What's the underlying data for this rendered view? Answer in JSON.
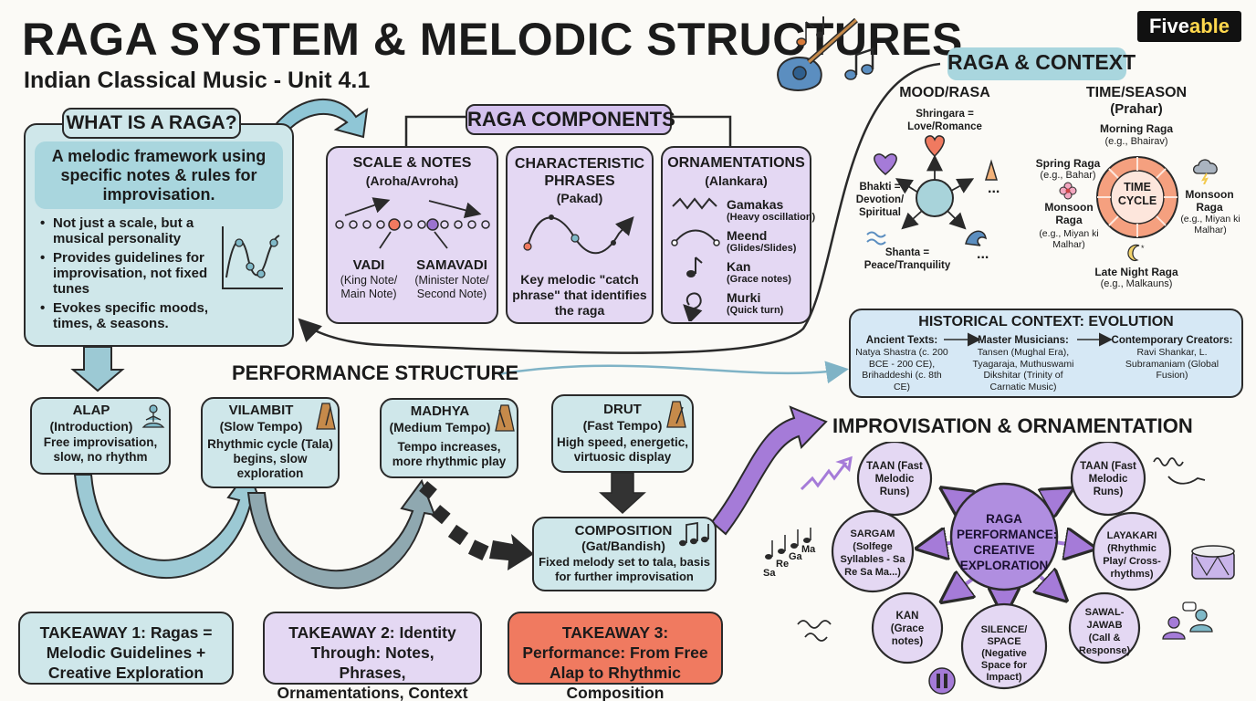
{
  "header": {
    "title": "RAGA SYSTEM & MELODIC STRUCTURES",
    "subtitle": "Indian Classical Music - Unit 4.1",
    "brand_main": "Five",
    "brand_accent": "able"
  },
  "what_is": {
    "heading": "WHAT IS A RAGA?",
    "definition": "A melodic framework using specific notes & rules for improvisation.",
    "bullets": [
      "Not just a scale, but a musical personality",
      "Provides guidelines for improvisation, not fixed tunes",
      "Evokes specific moods, times, & seasons."
    ]
  },
  "components": {
    "heading": "RAGA COMPONENTS",
    "scale": {
      "title": "SCALE & NOTES",
      "sub": "(Aroha/Avroha)",
      "vadi": "VADI",
      "vadi_desc": "(King Note/ Main Note)",
      "samavadi": "SAMAVADI",
      "samavadi_desc": "(Minister Note/ Second Note)"
    },
    "phrases": {
      "title": "CHARACTERISTIC PHRASES",
      "sub": "(Pakad)",
      "desc": "Key melodic \"catch phrase\" that identifies the raga"
    },
    "ornaments": {
      "title": "ORNAMENTATIONS",
      "sub": "(Alankara)",
      "items": [
        {
          "name": "Gamakas",
          "desc": "(Heavy oscillation)"
        },
        {
          "name": "Meend",
          "desc": "(Glides/Slides)"
        },
        {
          "name": "Kan",
          "desc": "(Grace notes)"
        },
        {
          "name": "Murki",
          "desc": "(Quick turn)"
        }
      ]
    }
  },
  "context": {
    "heading": "RAGA & CONTEXT",
    "mood_heading": "MOOD/RASA",
    "moods": {
      "top": "Shringara = Love/Romance",
      "left": "Bhakti = Devotion/ Spiritual",
      "bottom": "Shanta = Peace/Tranquility",
      "more": "..."
    },
    "time_heading": "TIME/SEASON",
    "time_sub": "(Prahar)",
    "cycle_label": "TIME CYCLE",
    "times": {
      "morning": "Morning Raga",
      "morning_eg": "(e.g., Bhairav)",
      "spring": "Spring Raga",
      "spring_eg": "(e.g., Bahar)",
      "monsoon_left": "Monsoon Raga",
      "monsoon_left_eg": "(e.g., Miyan ki Malhar)",
      "monsoon_right": "Monsoon Raga",
      "monsoon_right_eg": "(e.g., Miyan ki Malhar)",
      "night": "Late Night Raga",
      "night_eg": "(e.g., Malkauns)"
    }
  },
  "history": {
    "heading": "HISTORICAL CONTEXT: EVOLUTION",
    "ancient_title": "Ancient Texts:",
    "ancient_body": "Natya Shastra (c. 200 BCE - 200 CE), Brihaddeshi (c. 8th CE)",
    "masters_title": "Master Musicians:",
    "masters_body": "Tansen (Mughal Era), Tyagaraja, Muthuswami Dikshitar (Trinity of Carnatic Music)",
    "contemporary_title": "Contemporary Creators:",
    "contemporary_body": "Ravi Shankar, L. Subramaniam (Global Fusion)"
  },
  "performance": {
    "heading": "PERFORMANCE STRUCTURE",
    "alap": {
      "title": "ALAP",
      "sub": "(Introduction)",
      "desc": "Free improvisation, slow, no rhythm"
    },
    "vilambit": {
      "title": "VILAMBIT",
      "sub": "(Slow Tempo)",
      "desc": "Rhythmic cycle (Tala) begins, slow exploration"
    },
    "madhya": {
      "title": "MADHYA",
      "sub": "(Medium Tempo)",
      "desc": "Tempo increases, more rhythmic play"
    },
    "drut": {
      "title": "DRUT",
      "sub": "(Fast Tempo)",
      "desc": "High speed, energetic, virtuosic display"
    },
    "composition": {
      "title": "COMPOSITION",
      "sub": "(Gat/Bandish)",
      "desc": "Fixed melody set to tala, basis for further improvisation"
    }
  },
  "improv": {
    "heading": "IMPROVISATION & ORNAMENTATION",
    "center": "RAGA PERFORMANCE: CREATIVE EXPLORATION",
    "nodes": {
      "taan_left": "TAAN (Fast Melodic Runs)",
      "taan_right": "TAAN (Fast Melodic Runs)",
      "sargam": "SARGAM (Solfege Syllables - Sa Re Sa Ma...)",
      "layakari": "LAYAKARI (Rhythmic Play/ Cross-rhythms)",
      "kan": "KAN (Grace notes)",
      "silence": "SILENCE/ SPACE (Negative Space for Impact)",
      "sawal": "SAWAL-JAWAB (Call & Response)"
    },
    "syllables": [
      "Sa",
      "Re",
      "Ga",
      "Ma"
    ]
  },
  "takeaways": [
    "TAKEAWAY 1: Ragas = Melodic Guidelines + Creative Exploration",
    "TAKEAWAY 2: Identity Through: Notes, Phrases, Ornamentations, Context",
    "TAKEAWAY 3: Performance: From Free Alap to Rhythmic Composition"
  ],
  "colors": {
    "teal": "#cfe7ea",
    "lavender": "#e4d8f3",
    "purple": "#a57bd8",
    "coral": "#f07a60",
    "blue": "#d6e8f5",
    "arrow_teal": "#9cc9d4",
    "arrow_dark": "#333333"
  },
  "icons": [
    "sitar-icon",
    "music-notes-icon",
    "meditation-icon",
    "metronome-icon",
    "heart-icon",
    "prayer-hands-icon",
    "wave-icon",
    "flower-icon",
    "moon-icon",
    "storm-cloud-icon",
    "drum-icon",
    "people-chat-icon",
    "pause-icon"
  ]
}
